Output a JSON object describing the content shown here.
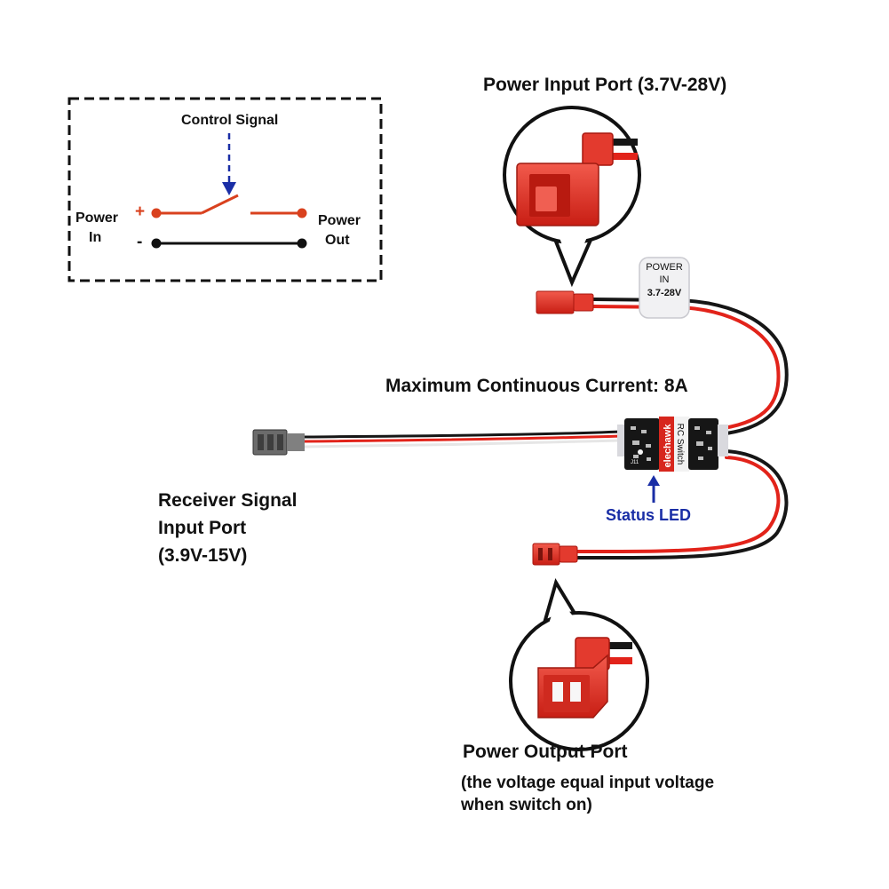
{
  "schematic": {
    "control_signal": "Control Signal",
    "power_in_line1": "Power",
    "power_in_line2": "In",
    "power_out_line1": "Power",
    "power_out_line2": "Out",
    "plus": "+",
    "minus": "-"
  },
  "callouts": {
    "power_input_port": "Power Input Port (3.7V-28V)",
    "max_current": "Maximum Continuous Current: 8A",
    "receiver_line1": "Receiver Signal",
    "receiver_line2": "Input Port",
    "receiver_line3": "(3.9V-15V)",
    "status_led": "Status LED",
    "power_output_port": "Power Output Port",
    "output_note_line1": "(the voltage equal input voltage",
    "output_note_line2": "when switch on)"
  },
  "device": {
    "sleeve_line1": "POWER",
    "sleeve_line2": "IN",
    "sleeve_line3": "3.7-28V",
    "brand": "elechawk",
    "model": "RC Switch",
    "connector_label": "J11"
  },
  "colors": {
    "wire_red": "#e2231a",
    "wire_black": "#161616",
    "connector_red": "#e8352a",
    "arrow_blue": "#1a2ea6",
    "schematic_red": "#d9411e"
  }
}
